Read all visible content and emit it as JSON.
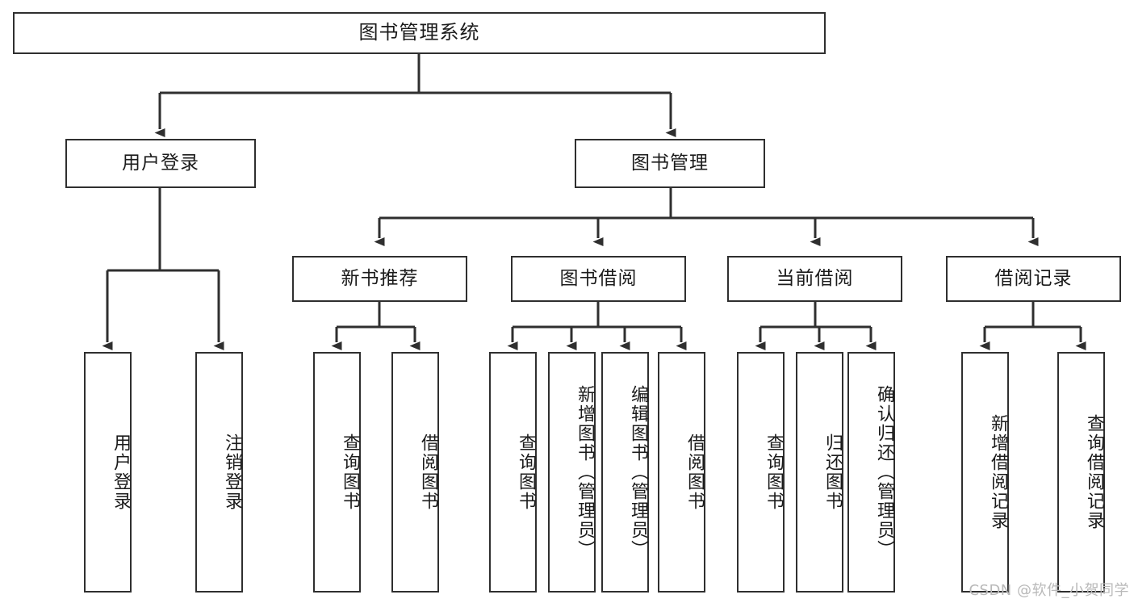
{
  "diagram": {
    "type": "tree-hierarchy",
    "title": "图书管理系统",
    "orientation": "top-down",
    "edge_style": "orthogonal-elbow-with-arrowheads",
    "colors": {
      "box_border": "#2f2f2f",
      "box_fill": "#ffffff",
      "edge": "#2f2f2f",
      "text": "#1b1b1b",
      "watermark": "#b9b9b9",
      "background": "#ffffff"
    },
    "root": {
      "label": "图书管理系统"
    },
    "level2": [
      {
        "id": "user-login",
        "label": "用户登录"
      },
      {
        "id": "book-manage",
        "label": "图书管理"
      }
    ],
    "level3": [
      {
        "id": "new-book-recommend",
        "label": "新书推荐",
        "parent": "book-manage"
      },
      {
        "id": "book-borrow",
        "label": "图书借阅",
        "parent": "book-manage"
      },
      {
        "id": "current-borrow",
        "label": "当前借阅",
        "parent": "book-manage"
      },
      {
        "id": "borrow-record",
        "label": "借阅记录",
        "parent": "book-manage"
      }
    ],
    "leaves": {
      "user_login": [
        {
          "id": "leaf-user-login",
          "label": "用户登录"
        },
        {
          "id": "leaf-logout-login",
          "label": "注销登录"
        }
      ],
      "new_book_recommend": [
        {
          "id": "leaf-query-book-1",
          "label": "查询图书"
        },
        {
          "id": "leaf-borrow-book-1",
          "label": "借阅图书"
        }
      ],
      "book_borrow": [
        {
          "id": "leaf-query-book-2",
          "label": "查询图书"
        },
        {
          "id": "leaf-add-book",
          "label": "新增图书（管理员）"
        },
        {
          "id": "leaf-edit-book",
          "label": "编辑图书（管理员）"
        },
        {
          "id": "leaf-borrow-book-2",
          "label": "借阅图书"
        }
      ],
      "current_borrow": [
        {
          "id": "leaf-query-book-3",
          "label": "查询图书"
        },
        {
          "id": "leaf-return-book",
          "label": "归还图书"
        },
        {
          "id": "leaf-confirm-return",
          "label": "确认归还（管理员）"
        }
      ],
      "borrow_record": [
        {
          "id": "leaf-add-record",
          "label": "新增借阅记录"
        },
        {
          "id": "leaf-query-record",
          "label": "查询借阅记录"
        }
      ]
    }
  },
  "watermark": {
    "text": "CSDN @软件_小贺同学"
  }
}
